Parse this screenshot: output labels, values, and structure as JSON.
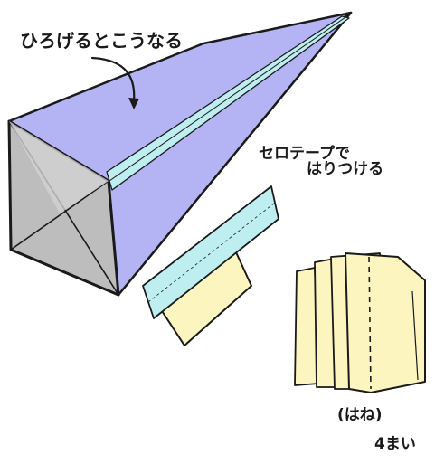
{
  "labels": {
    "open_result": "ひろげるとこうなる",
    "tape_line1": "セロテープで",
    "tape_line2": "はりつける",
    "wings_line1": "(はね)",
    "wings_line2": "4まい"
  },
  "colors": {
    "ink": "#1a1a1a",
    "cone_face": "#b4b4f4",
    "box_face": "#bdbdbd",
    "box_inner": "#d2d2d2",
    "tape": "#bfeef0",
    "wing_paper": "#fcf5c0"
  },
  "icons": {
    "arrow": "curved-arrow-icon"
  }
}
